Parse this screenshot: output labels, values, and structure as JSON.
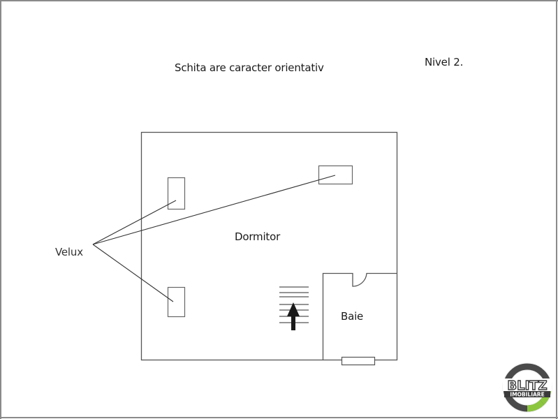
{
  "header": {
    "title": "Schita are caracter orientativ",
    "level": "Nivel 2."
  },
  "rooms": [
    {
      "name": "Dormitor"
    },
    {
      "name": "Baie"
    }
  ],
  "annotations": {
    "velux_label": "Velux"
  },
  "logo": {
    "line1": "BLITZ",
    "line2": "IMOBILIARE",
    "ring_dark": "#4a4a4a",
    "ring_accent": "#8cc63f"
  },
  "colors": {
    "wall": "#555555",
    "frame": "#8a8a8a",
    "text": "#1a1a1a",
    "stairs_arrow": "#1a1a1a"
  }
}
